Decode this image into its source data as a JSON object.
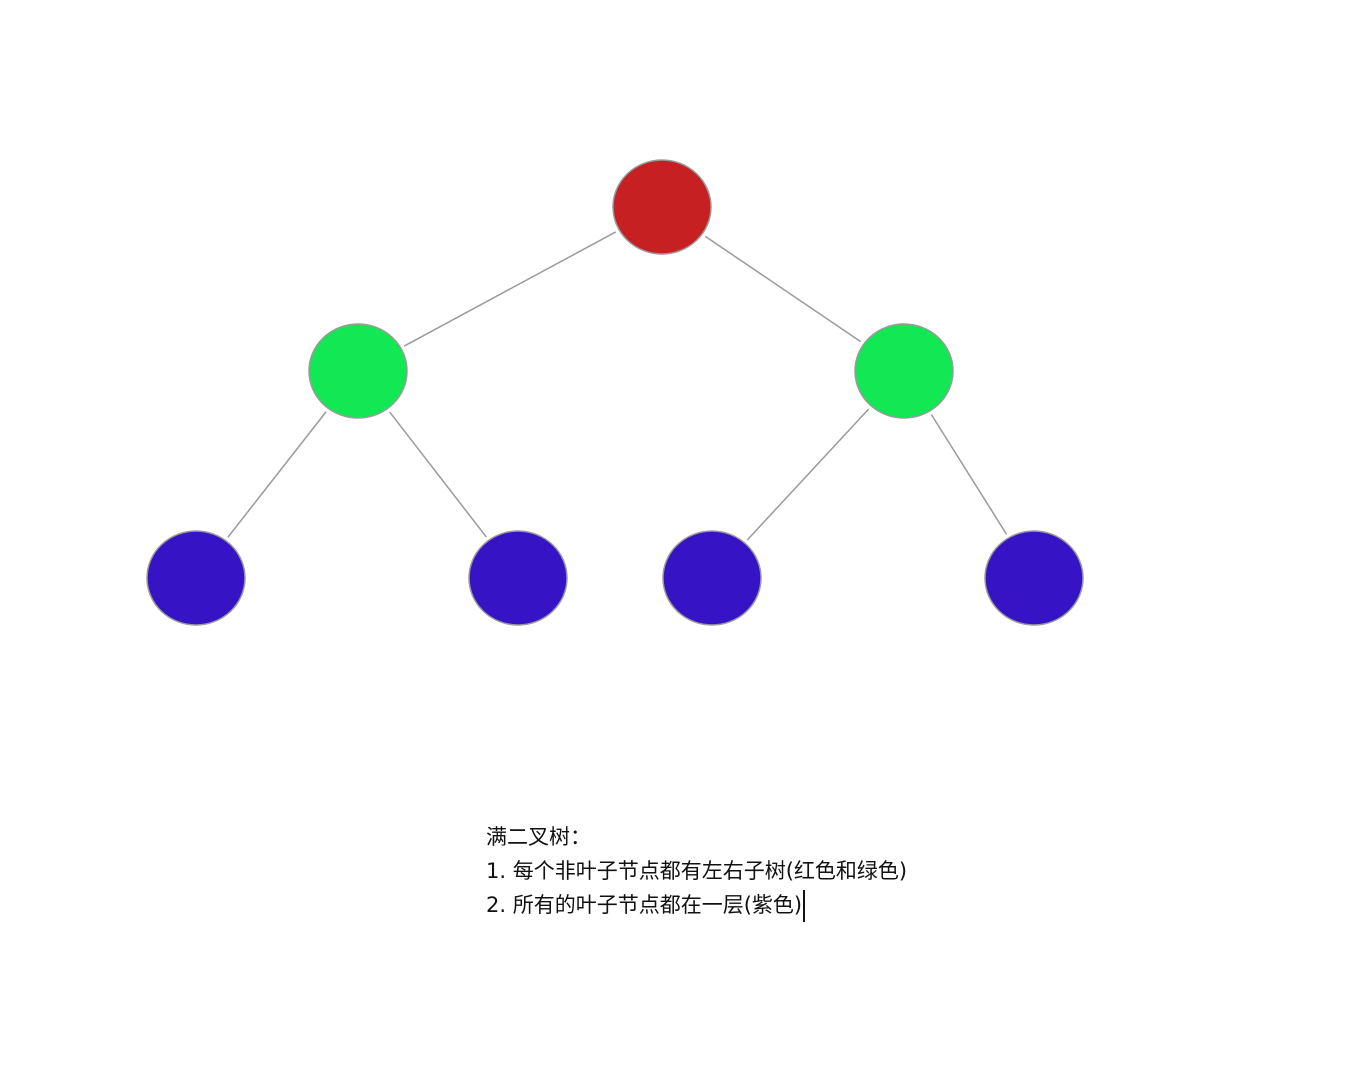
{
  "diagram": {
    "colors": {
      "root": "#c62023",
      "internal": "#12e853",
      "leaf": "#3613c4",
      "edge": "#9a9a9a"
    },
    "nodes": [
      {
        "id": "root",
        "role": "root"
      },
      {
        "id": "left-child",
        "role": "internal"
      },
      {
        "id": "right-child",
        "role": "internal"
      },
      {
        "id": "leaf-1",
        "role": "leaf"
      },
      {
        "id": "leaf-2",
        "role": "leaf"
      },
      {
        "id": "leaf-3",
        "role": "leaf"
      },
      {
        "id": "leaf-4",
        "role": "leaf"
      }
    ],
    "edges": [
      {
        "from": "root",
        "to": "left-child"
      },
      {
        "from": "root",
        "to": "right-child"
      },
      {
        "from": "left-child",
        "to": "leaf-1"
      },
      {
        "from": "left-child",
        "to": "leaf-2"
      },
      {
        "from": "right-child",
        "to": "leaf-3"
      },
      {
        "from": "right-child",
        "to": "leaf-4"
      }
    ]
  },
  "note": {
    "title": "满二叉树：",
    "line1": "1. 每个非叶子节点都有左右子树(红色和绿色)",
    "line2": "2. 所有的叶子节点都在一层(紫色)"
  }
}
